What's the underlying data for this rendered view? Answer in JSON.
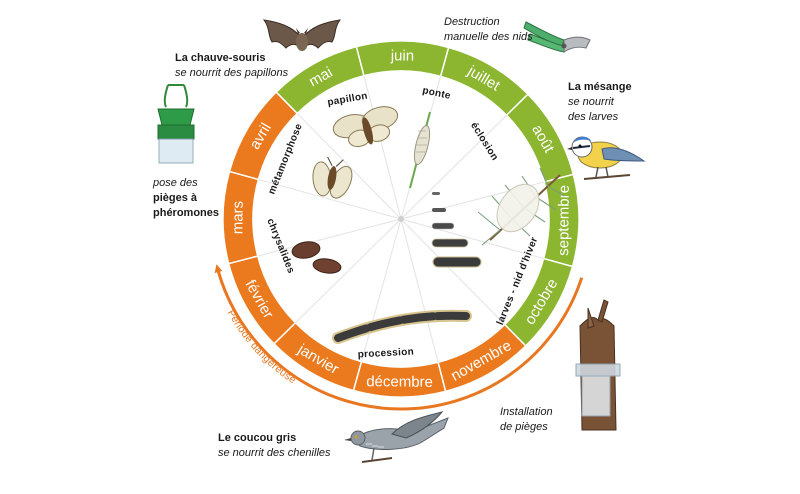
{
  "colors": {
    "summer_green": "#8cb630",
    "winter_orange": "#ea7a1d",
    "danger_orange": "#e87722",
    "ring_divider": "#ffffff",
    "inner_fill": "#ffffff"
  },
  "months": [
    {
      "name": "juillet",
      "season": "green"
    },
    {
      "name": "août",
      "season": "green"
    },
    {
      "name": "septembre",
      "season": "green"
    },
    {
      "name": "octobre",
      "season": "green"
    },
    {
      "name": "novembre",
      "season": "orange"
    },
    {
      "name": "décembre",
      "season": "orange"
    },
    {
      "name": "janvier",
      "season": "orange"
    },
    {
      "name": "février",
      "season": "orange"
    },
    {
      "name": "mars",
      "season": "orange"
    },
    {
      "name": "avril",
      "season": "orange"
    },
    {
      "name": "mai",
      "season": "green"
    },
    {
      "name": "juin",
      "season": "green"
    }
  ],
  "stages": {
    "papillon": "papillon",
    "ponte": "ponte",
    "eclosion": "éclosion",
    "larves": "larves - nid d'hiver",
    "procession": "procession",
    "chrysalides": "chrysalides",
    "metamorphose": "métamorphose"
  },
  "captions": {
    "bat_title": "La chauve-souris",
    "bat_sub": "se nourrit des papillons",
    "destruction_l1": "Destruction",
    "destruction_l2": "manuelle des nids",
    "tit_title": "La mésange",
    "tit_sub1": "se nourrit",
    "tit_sub2": "des larves",
    "trap_l1": "pose des",
    "trap_l2": "pièges à",
    "trap_l3": "phéromones",
    "cuckoo_title": "Le coucou gris",
    "cuckoo_sub": "se nourrit des chenilles",
    "install_l1": "Installation",
    "install_l2": "de pièges",
    "danger_period": "Période dangereuse"
  },
  "icons": [
    "bat-icon",
    "pruning-shears-icon",
    "tit-bird-icon",
    "pheromone-trap-icon",
    "cuckoo-bird-icon",
    "tree-trap-icon",
    "moth-icon",
    "egg-cluster-icon",
    "pine-branch-nest-icon",
    "caterpillar-icon",
    "chrysalis-icon"
  ]
}
